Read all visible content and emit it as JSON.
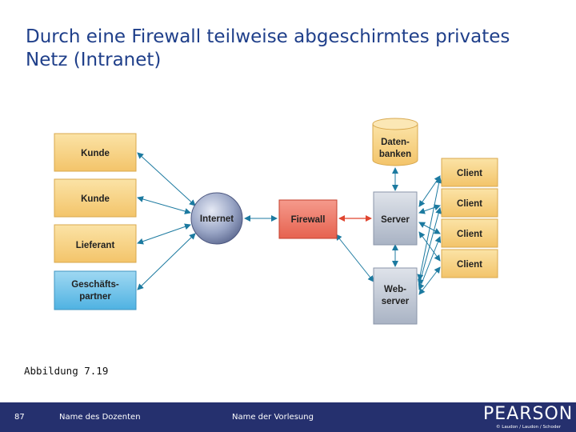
{
  "title": "Durch eine Firewall teilweise abgeschirmtes privates Netz (Intranet)",
  "caption": "Abbildung 7.19",
  "diagram": {
    "left_boxes": [
      {
        "line1": "Kunde",
        "line2": ""
      },
      {
        "line1": "Kunde",
        "line2": ""
      },
      {
        "line1": "Lieferant",
        "line2": ""
      },
      {
        "line1": "Geschäfts-",
        "line2": "partner"
      }
    ],
    "internet": "Internet",
    "firewall": "Firewall",
    "database": {
      "line1": "Daten-",
      "line2": "banken"
    },
    "server": "Server",
    "webserver": {
      "line1": "Web-",
      "line2": "server"
    },
    "clients": [
      "Client",
      "Client",
      "Client",
      "Client"
    ],
    "colors": {
      "partner_box": "#f7d58a",
      "geschaeft_box": "#7ec8ea",
      "firewall_box": "#ee7a6a",
      "server_box": "#b9c2d2",
      "database": "#f7d58a",
      "internet_globe": "#9da8c8",
      "arrow": "#1c7aa0",
      "firewall_arrow": "#e0452f"
    }
  },
  "footer": {
    "slide_number": "87",
    "lecturer": "Name des Dozenten",
    "lecture": "Name der Vorlesung",
    "logo": "PEARSON",
    "copyright": "© Laudon / Laudon / Schoder"
  }
}
